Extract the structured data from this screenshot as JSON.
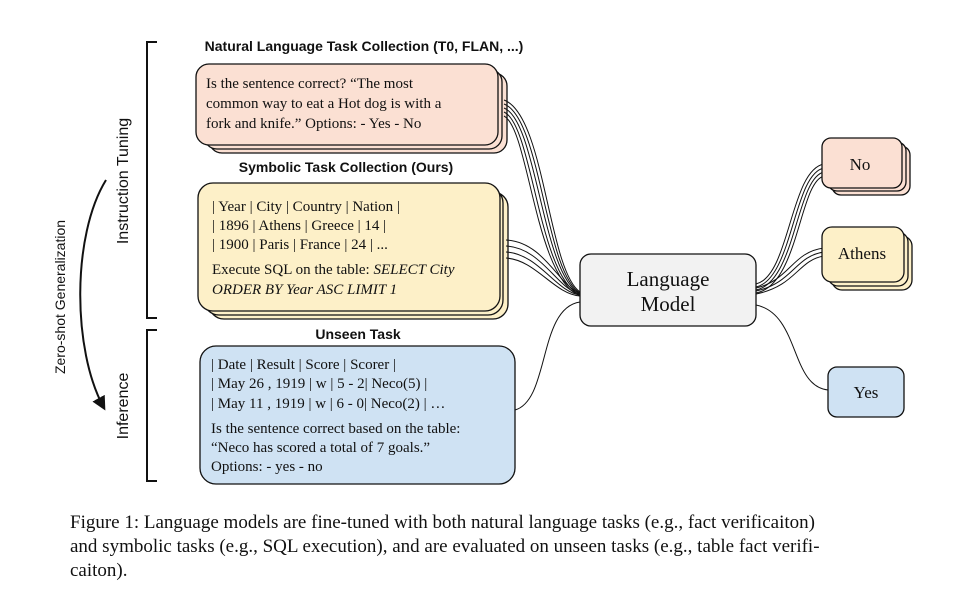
{
  "figure": {
    "labels": {
      "instruction_tuning": "Instruction Tuning",
      "inference": "Inference",
      "zero_shot": "Zero-shot Generalization"
    },
    "headings": {
      "natural": "Natural Language Task Collection (T0, FLAN, ...)",
      "symbolic": "Symbolic Task Collection (Ours)",
      "unseen": "Unseen Task"
    },
    "natural_box": {
      "lines": [
        "Is the sentence correct? “The most",
        "common way to eat a Hot dog is with a",
        "fork and knife.” Options: - Yes - No"
      ]
    },
    "symbolic_box": {
      "lines": [
        "| Year | City | Country | Nation |",
        "| 1896 | Athens | Greece | 14 |",
        "| 1900 | Paris | France | 24 | ..."
      ],
      "sql_prefix": "Execute SQL on the table: ",
      "sql_query_1": "SELECT City",
      "sql_query_2": "ORDER BY Year ASC LIMIT 1"
    },
    "unseen_box": {
      "lines": [
        "| Date | Result | Score | Scorer |",
        "| May 26 , 1919 | w | 5 - 2| Neco(5) |",
        "| May 11 , 1919 | w | 6 - 0| Neco(2) | …",
        "Is the sentence correct based on the table:",
        "“Neco has scored a total of 7 goals.”",
        "Options: - yes - no"
      ]
    },
    "model": {
      "line1": "Language",
      "line2": "Model"
    },
    "outputs": {
      "no": "No",
      "athens": "Athens",
      "yes": "Yes"
    },
    "colors": {
      "natural_fill": "#fbe0d3",
      "symbolic_fill": "#fdf0c8",
      "unseen_fill": "#cfe2f3",
      "model_fill": "#f2f2f2",
      "stroke": "#111111"
    }
  },
  "caption": {
    "line1": "Figure 1: Language models are fine-tuned with both natural language tasks (e.g., fact verificaiton)",
    "line2": "and symbolic tasks (e.g., SQL execution), and are evaluated on unseen tasks (e.g., table fact verifi-",
    "line3": "caiton)."
  }
}
